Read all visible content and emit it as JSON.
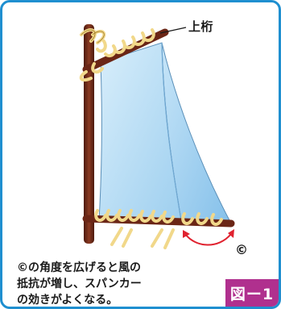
{
  "labels": {
    "top_yard": "上桁",
    "angle_marker": "©"
  },
  "caption": {
    "lines": [
      "©の角度を広げると風の",
      "抵抗が増し、スパンカー",
      "の効きがよくなる。"
    ]
  },
  "figure_badge": "図ー1",
  "colors": {
    "frame_border": "#1f8fd0",
    "mast": "#6b2616",
    "sail": "#bfe0f6",
    "rope": "#f1d88a",
    "arrow": "#e0222f",
    "badge": "#b0308e"
  }
}
